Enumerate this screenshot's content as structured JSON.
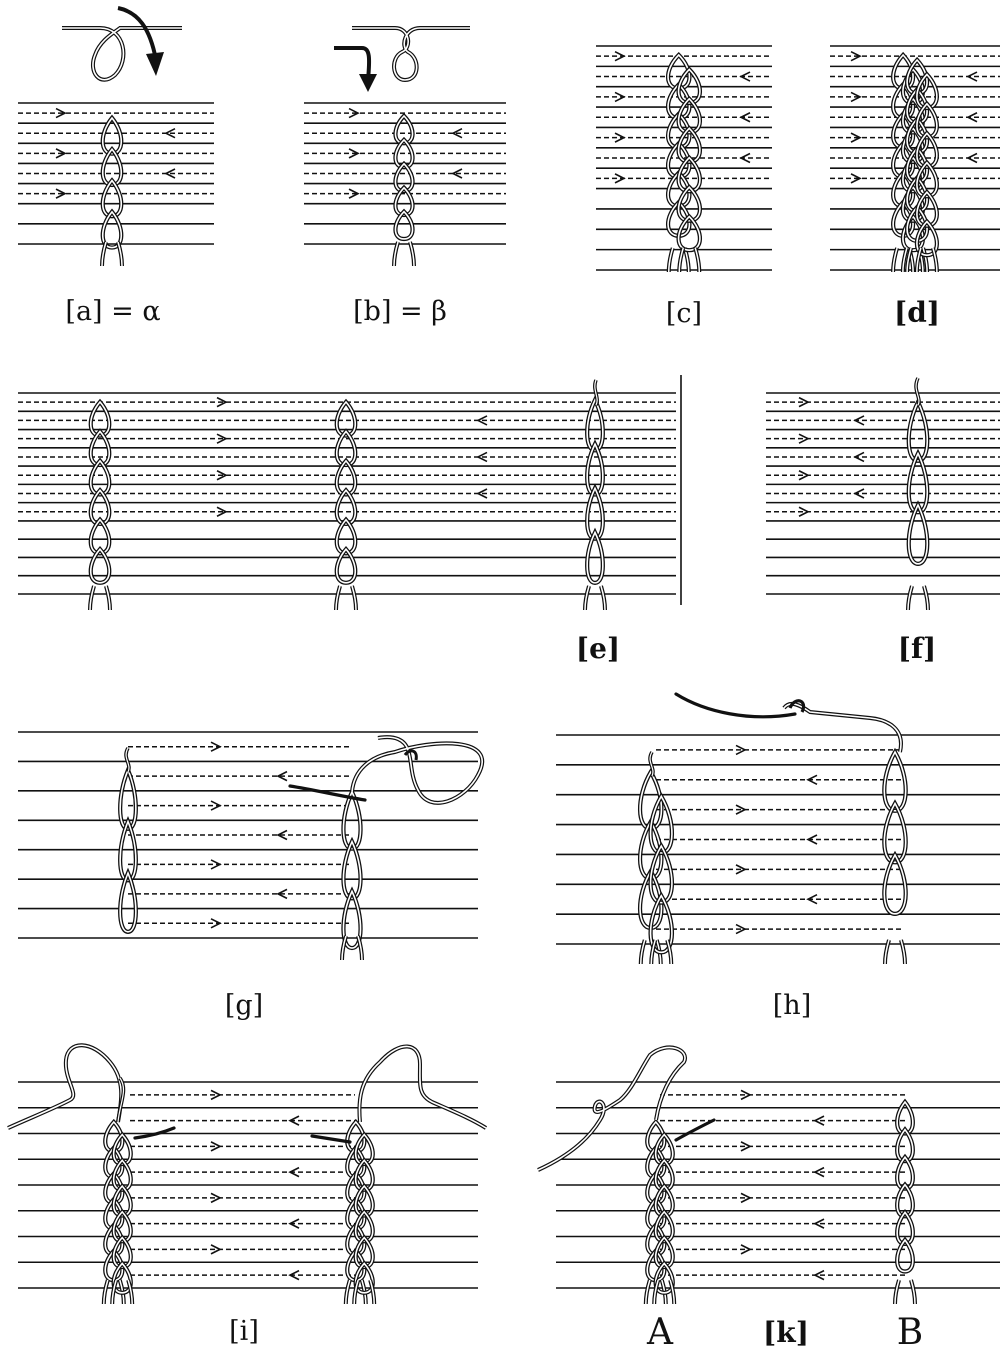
{
  "figure": {
    "ink_color": "#111111",
    "background_color": "#ffffff",
    "panels": [
      {
        "id": "a",
        "caption": "[a] = α",
        "arrows": [
          "right",
          "left",
          "right",
          "left",
          "right"
        ]
      },
      {
        "id": "b",
        "caption": "[b] = β",
        "arrows": [
          "right",
          "left",
          "right",
          "left",
          "right"
        ]
      },
      {
        "id": "c",
        "caption": "[c]",
        "arrows": [
          "right",
          "left",
          "right",
          "left",
          "right",
          "left",
          "right"
        ]
      },
      {
        "id": "d",
        "caption": "[d]",
        "arrows": [
          "right",
          "left",
          "right",
          "left",
          "right",
          "left",
          "right"
        ]
      },
      {
        "id": "e",
        "caption": "[e]",
        "arrows": [
          "right",
          "left",
          "right",
          "left",
          "right",
          "left",
          "right"
        ]
      },
      {
        "id": "f",
        "caption": "[f]",
        "arrows": [
          "right",
          "left",
          "right",
          "left",
          "right",
          "left",
          "right"
        ]
      },
      {
        "id": "g",
        "caption": "[g]",
        "arrows": [
          "right",
          "left",
          "right",
          "left",
          "right",
          "left",
          "right"
        ]
      },
      {
        "id": "h",
        "caption": "[h]",
        "arrows": [
          "right",
          "left",
          "right",
          "left",
          "right",
          "left",
          "right"
        ]
      },
      {
        "id": "i",
        "caption": "[i]",
        "arrows": [
          "right",
          "left",
          "right",
          "left",
          "right",
          "left",
          "right",
          "left"
        ]
      },
      {
        "id": "k",
        "caption": "[k]",
        "arrows": [
          "right",
          "left",
          "right",
          "left",
          "right",
          "left",
          "right",
          "left"
        ],
        "end_labels": {
          "left": "A",
          "right": "B"
        }
      }
    ]
  }
}
